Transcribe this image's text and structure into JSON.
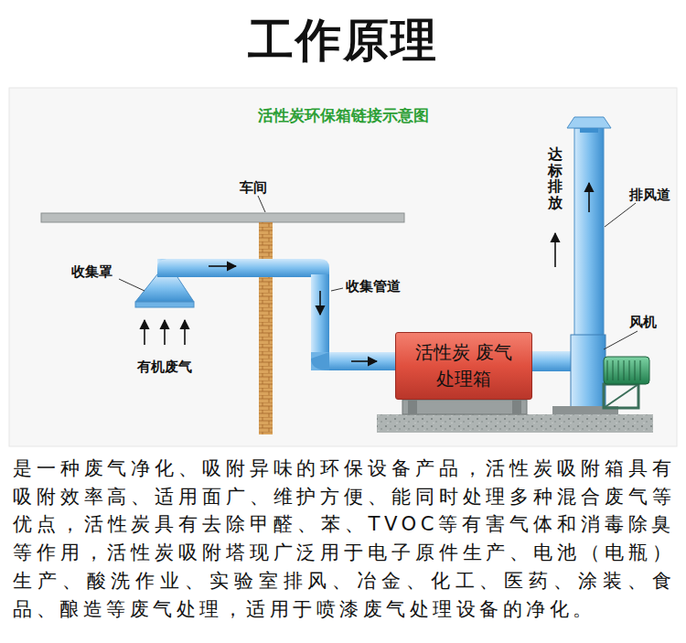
{
  "diagram": {
    "title": "工作原理",
    "caption": "是一种废气净化、吸附异味的环保设备产品，活性炭吸附箱具有吸附效率高、适用面广、维护方便、能同时处理多种混合废气等优点，活性炭具有去除甲醛、苯、TVOC等有害气体和消毒除臭等作用，活性炭吸附塔现广泛用于电子原件生产、电池（电瓶）生产、酸洗作业、实验室排风、冶金、化工、医药、涂装、食品、酿造等废气处理，适用于喷漆废气处理设备的净化。",
    "nodes": [
      {
        "text": [
          "活性炭 废气处理箱"
        ]
      }
    ],
    "labels": [
      "活性炭环保箱链接示意图",
      "车间",
      "收集罩",
      "有机废气",
      "收集管道",
      "达标排放",
      "排风道",
      "风机"
    ]
  }
}
